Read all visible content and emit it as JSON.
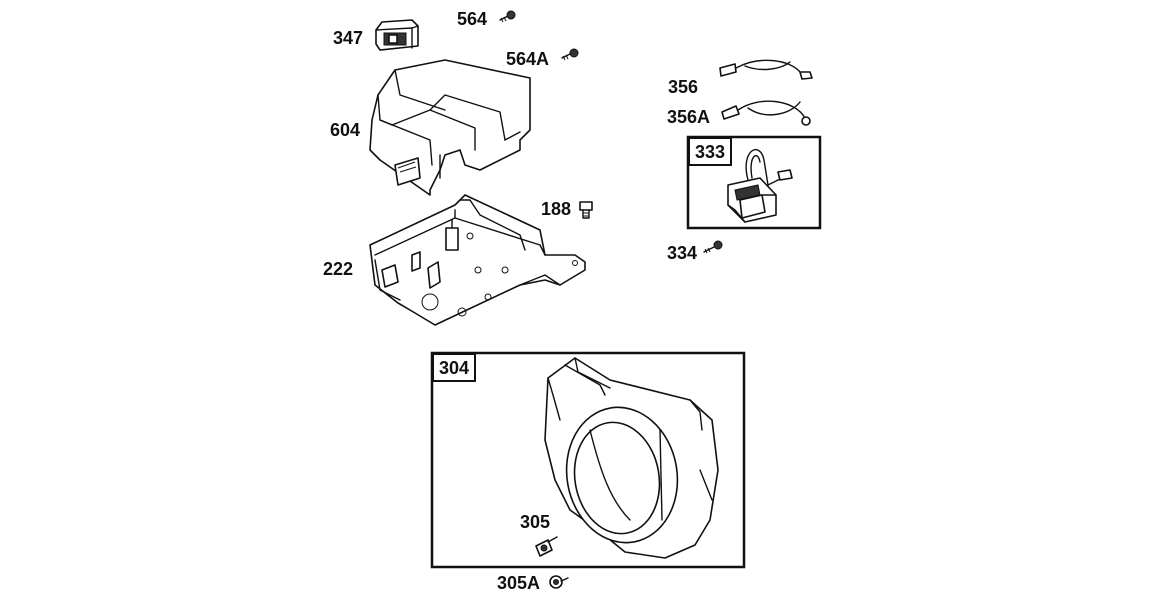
{
  "diagram": {
    "part_labels": {
      "p347": "347",
      "p564": "564",
      "p564a": "564A",
      "p604": "604",
      "p188": "188",
      "p222": "222",
      "p356": "356",
      "p356a": "356A",
      "p333": "333",
      "p334": "334",
      "p304": "304",
      "p305": "305",
      "p305a": "305A"
    },
    "parts": [
      {
        "number": "347",
        "icon": "switch-icon"
      },
      {
        "number": "564",
        "icon": "screw-icon"
      },
      {
        "number": "564A",
        "icon": "screw-icon"
      },
      {
        "number": "604",
        "icon": "control-cover-icon"
      },
      {
        "number": "188",
        "icon": "bolt-icon"
      },
      {
        "number": "222",
        "icon": "bracket-plate-icon"
      },
      {
        "number": "356",
        "icon": "ground-wire-icon"
      },
      {
        "number": "356A",
        "icon": "ground-wire-icon"
      },
      {
        "number": "333",
        "icon": "ignition-armature-icon"
      },
      {
        "number": "334",
        "icon": "screw-icon"
      },
      {
        "number": "304",
        "icon": "blower-housing-icon"
      },
      {
        "number": "305",
        "icon": "screw-icon"
      },
      {
        "number": "305A",
        "icon": "screw-icon"
      }
    ]
  }
}
